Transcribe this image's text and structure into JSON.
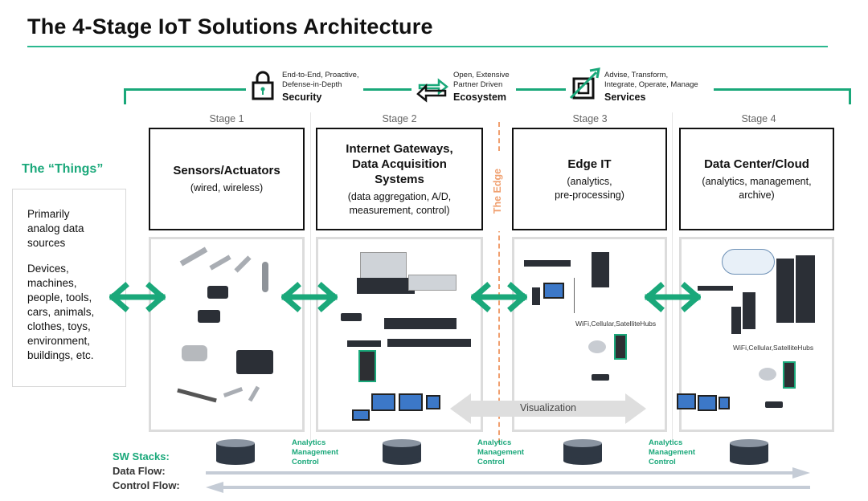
{
  "title": "The 4-Stage IoT Solutions Architecture",
  "pillars": [
    {
      "text1": "End-to-End, Proactive,",
      "text2": "Defense-in-Depth",
      "text3": "",
      "name": "Security",
      "icon": "lock-icon"
    },
    {
      "text1": "Open, Extensive",
      "text2": "Partner Driven",
      "text3": "",
      "name": "Ecosystem",
      "icon": "exchange-arrows-icon"
    },
    {
      "text1": "Advise, Transform,",
      "text2": "Integrate, Operate, Manage",
      "text3": "",
      "name": "Services",
      "icon": "growth-arrow-icon"
    }
  ],
  "stages": [
    {
      "label": "Stage 1",
      "title1": "Sensors/Actuators",
      "title2": "",
      "title3": "",
      "desc1": "(wired, wireless)",
      "desc2": ""
    },
    {
      "label": "Stage 2",
      "title1": "Internet Gateways,",
      "title2": "Data Acquisition",
      "title3": "Systems",
      "desc1": "(data aggregation, A/D,",
      "desc2": "measurement, control)"
    },
    {
      "label": "Stage 3",
      "title1": "Edge IT",
      "title2": "",
      "title3": "",
      "desc1": "(analytics,",
      "desc2": "pre-processing)"
    },
    {
      "label": "Stage 4",
      "title1": "Data Center/Cloud",
      "title2": "",
      "title3": "",
      "desc1": "(analytics, management,",
      "desc2": "archive)"
    }
  ],
  "things": {
    "title": "The “Things”",
    "lines": [
      "Primarily",
      "analog data",
      "sources",
      "",
      "Devices,",
      "machines,",
      "people, tools,",
      "cars, animals,",
      "clothes, toys,",
      "environment,",
      "buildings, etc."
    ]
  },
  "edge_label": "The Edge",
  "visualization_label": "Visualization",
  "hubs_label": "WiFi,Cellular,SatelliteHubs",
  "amc": {
    "line1": "Analytics",
    "line2": "Management",
    "line3": "Control"
  },
  "sw": {
    "stacks": "SW Stacks:",
    "data_flow": "Data Flow:",
    "control_flow": "Control Flow:"
  },
  "colors": {
    "accent": "#1aa87a",
    "edge": "#f0a070",
    "flow_arrow": "#c5ccd6",
    "panel_border": "#dcdcdc"
  }
}
